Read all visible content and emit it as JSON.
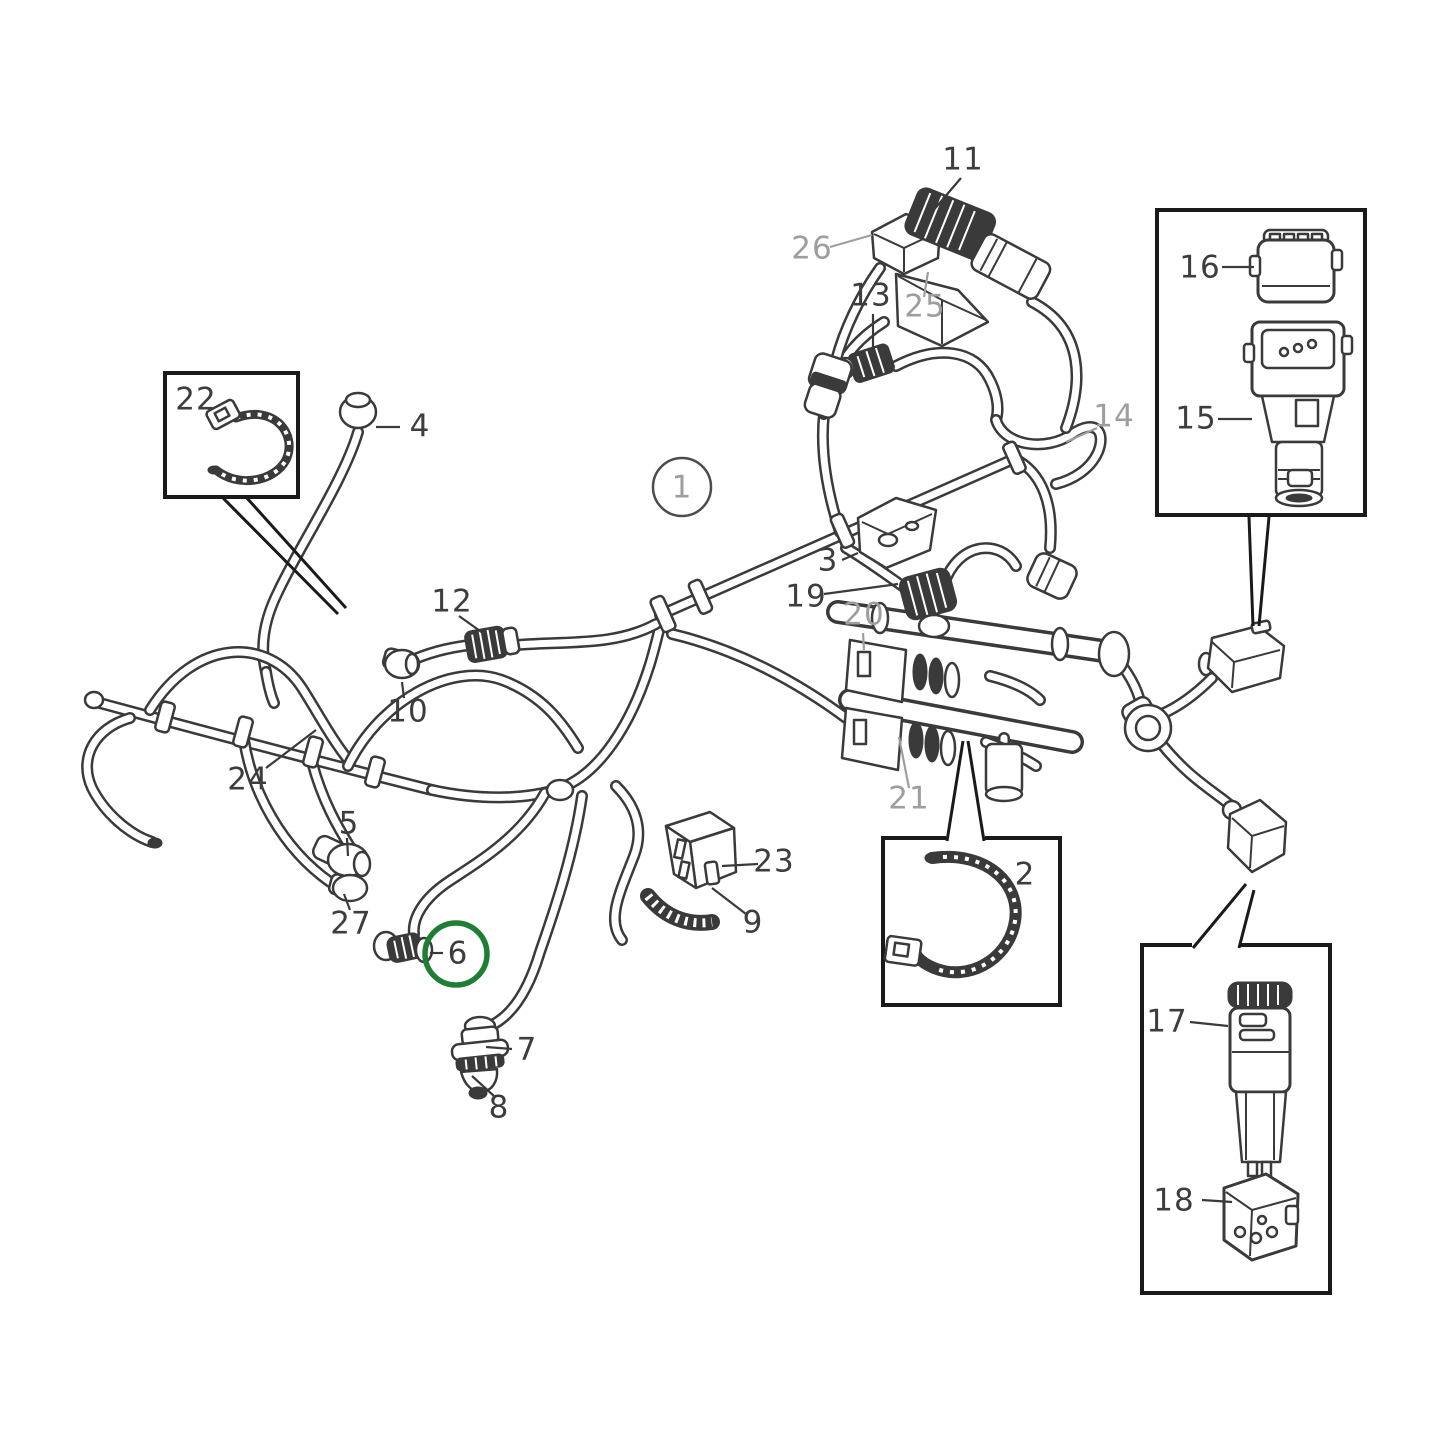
{
  "figure": {
    "type": "exploded-parts-diagram",
    "subject": "engine cable harness with numbered part callouts",
    "background": "#ffffff",
    "line_color": "#3a3a3a",
    "label_color": "#3d3d3d",
    "muted_label_color": "#9e9e9e",
    "highlight_color": "#1e7e34",
    "highlighted_part": "6",
    "circled_reference_part": "1"
  },
  "parts": {
    "p1": {
      "label": "1",
      "muted": true,
      "circled": true
    },
    "p2": {
      "label": "2"
    },
    "p3": {
      "label": "3"
    },
    "p4": {
      "label": "4"
    },
    "p5": {
      "label": "5"
    },
    "p6": {
      "label": "6",
      "highlighted": true
    },
    "p7": {
      "label": "7"
    },
    "p8": {
      "label": "8"
    },
    "p9": {
      "label": "9"
    },
    "p10": {
      "label": "10"
    },
    "p11": {
      "label": "11"
    },
    "p12": {
      "label": "12"
    },
    "p13": {
      "label": "13"
    },
    "p14": {
      "label": "14",
      "muted": true
    },
    "p15": {
      "label": "15"
    },
    "p16": {
      "label": "16"
    },
    "p17": {
      "label": "17"
    },
    "p18": {
      "label": "18"
    },
    "p19": {
      "label": "19"
    },
    "p20": {
      "label": "20",
      "muted": true
    },
    "p21": {
      "label": "21",
      "muted": true
    },
    "p22": {
      "label": "22"
    },
    "p23": {
      "label": "23"
    },
    "p24": {
      "label": "24"
    },
    "p25": {
      "label": "25",
      "muted": true
    },
    "p26": {
      "label": "26",
      "muted": true
    },
    "p27": {
      "label": "27"
    }
  }
}
